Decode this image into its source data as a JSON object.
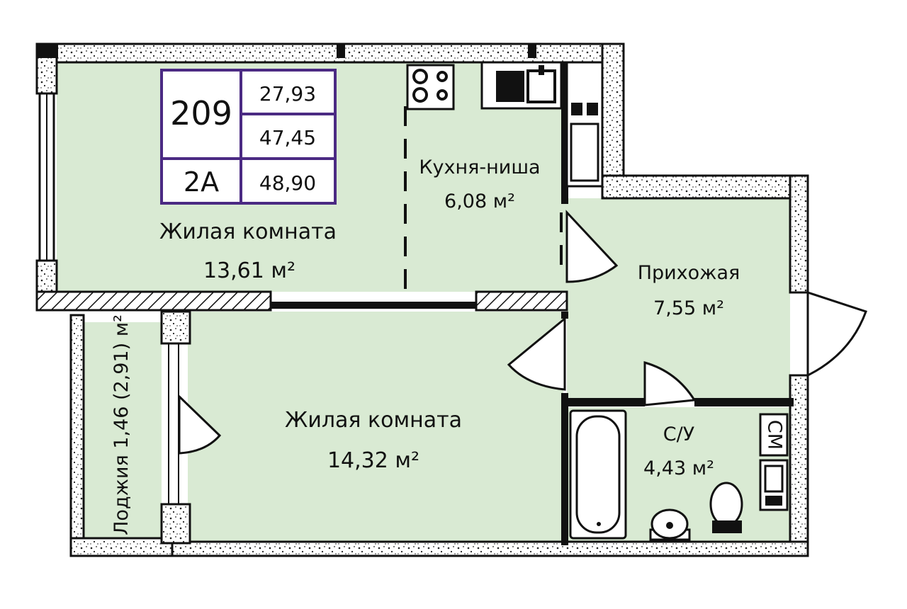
{
  "apartment": {
    "number": "209",
    "type": "2A",
    "area_living": "27,93",
    "area_total": "47,45",
    "area_with_loggia": "48,90"
  },
  "rooms": {
    "living_room_1": {
      "name": "Жилая комната",
      "area": "13,61 м²"
    },
    "kitchen_niche": {
      "name": "Кухня-ниша",
      "area": "6,08 м²"
    },
    "hallway": {
      "name": "Прихожая",
      "area": "7,55 м²"
    },
    "living_room_2": {
      "name": "Жилая комната",
      "area": "14,32 м²"
    },
    "bathroom": {
      "name": "С/У",
      "area": "4,43 м²"
    },
    "loggia": {
      "label": "Лоджия 1,46 (2,91) м²"
    }
  },
  "fixtures": {
    "washing_machine_label": "СМ"
  },
  "colors": {
    "room_fill": "#d9ead3",
    "badge_border": "#4b2a83",
    "wall": "#111111"
  }
}
